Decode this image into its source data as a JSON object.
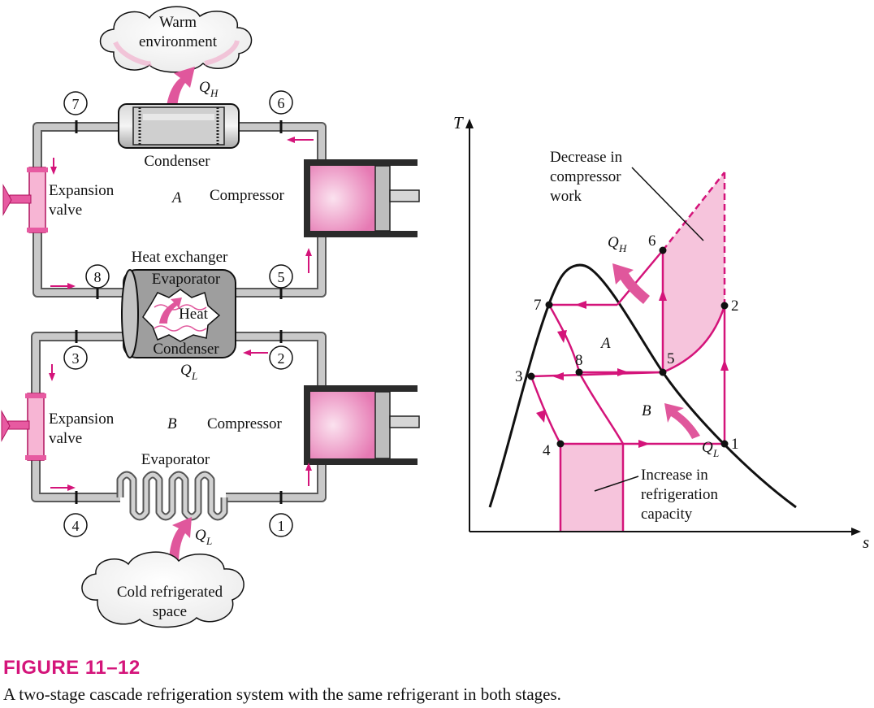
{
  "figure": {
    "title": "FIGURE 11–12",
    "caption": "A two-stage cascade refrigeration system with the same refrigerant in both stages."
  },
  "schematic": {
    "warm_environment": [
      "Warm",
      "environment"
    ],
    "cold_space": [
      "Cold refrigerated",
      "space"
    ],
    "q_high": "Q",
    "q_high_sub": "H",
    "q_low": "Q",
    "q_low_sub": "L",
    "condenser": "Condenser",
    "compressor": "Compressor",
    "expansion_valve": [
      "Expansion",
      "valve"
    ],
    "heat_exchanger": "Heat exchanger",
    "hx_evaporator": "Evaporator",
    "hx_heat": "Heat",
    "hx_condenser": "Condenser",
    "evaporator": "Evaporator",
    "cycle_a": "A",
    "cycle_b": "B",
    "states": [
      "1",
      "2",
      "3",
      "4",
      "5",
      "6",
      "7",
      "8"
    ]
  },
  "ts_diagram": {
    "axis_t": "T",
    "axis_s": "s",
    "cycle_a": "A",
    "cycle_b": "B",
    "q_high": "Q",
    "q_high_sub": "H",
    "q_low": "Q",
    "q_low_sub": "L",
    "note_work": [
      "Decrease in",
      "compressor",
      "work"
    ],
    "note_capacity": [
      "Increase in",
      "refrigeration",
      "capacity"
    ],
    "points": [
      "1",
      "2",
      "3",
      "4",
      "5",
      "6",
      "7",
      "8"
    ]
  },
  "colors": {
    "accent": "#d4147a",
    "pink_fill": "#f6c4dc",
    "pipe": "#9a9a9a",
    "dark": "#111111"
  }
}
